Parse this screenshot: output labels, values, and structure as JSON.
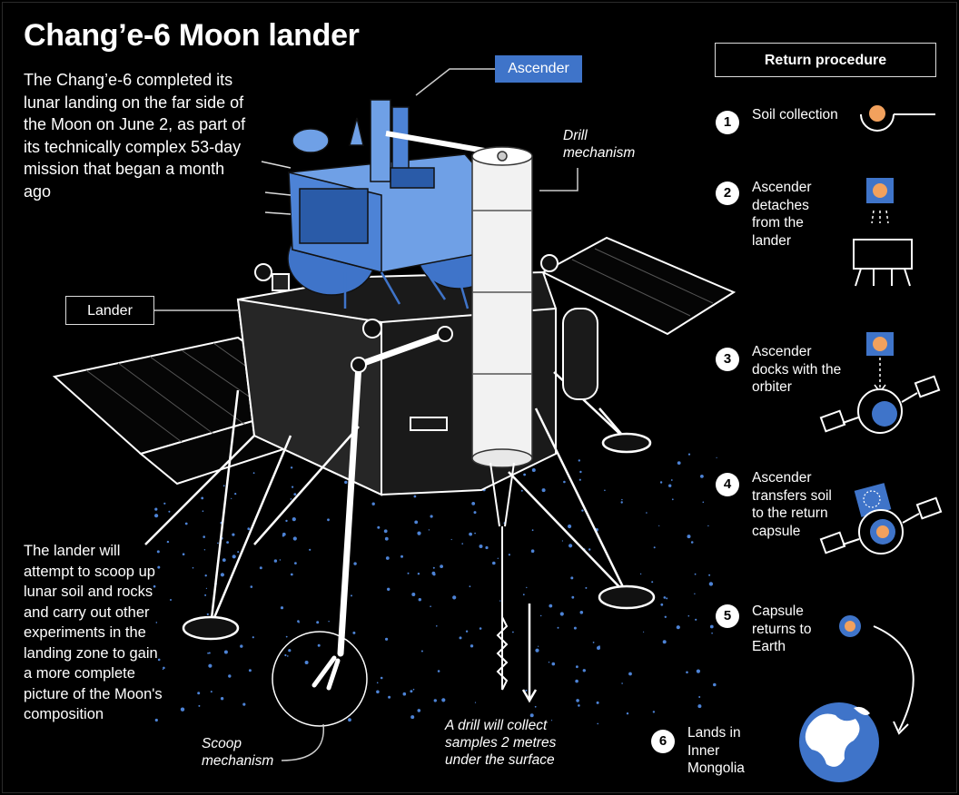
{
  "title": "Chang’e-6 Moon lander",
  "intro": "The Chang’e-6 completed its lunar landing on the far side of the Moon on June 2, as part of its technically complex 53-day mission that began a month ago",
  "lander_description": "The lander will attempt to scoop up lunar soil and rocks and carry out other experiments in the landing zone to gain a more complete picture of the Moon's composition",
  "labels": {
    "ascender": "Ascender",
    "lander": "Lander",
    "drill_mechanism": "Drill mechanism",
    "scoop_mechanism": "Scoop mechanism",
    "drill_note": "A drill will collect samples 2 metres under the surface"
  },
  "return_procedure": {
    "title": "Return procedure",
    "steps": [
      {
        "num": "1",
        "text": "Soil collection"
      },
      {
        "num": "2",
        "text": "Ascender detaches from the lander"
      },
      {
        "num": "3",
        "text": "Ascender docks with the orbiter"
      },
      {
        "num": "4",
        "text": "Ascender transfers soil to the return capsule"
      },
      {
        "num": "5",
        "text": "Capsule returns to Earth"
      },
      {
        "num": "6",
        "text": "Lands in Inner Mongolia"
      }
    ]
  },
  "colors": {
    "background": "#000000",
    "ascender_blue": "#3f74c9",
    "light_blue": "#6fa0e6",
    "soil_orange": "#f2a15d",
    "line": "#ffffff"
  }
}
